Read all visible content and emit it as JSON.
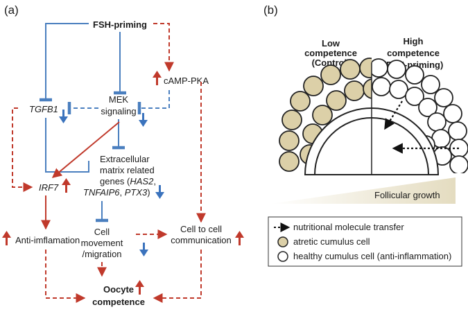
{
  "panel_a": {
    "label": "(a)",
    "nodes": {
      "fsh_priming": "FSH-priming",
      "camp_pka": "cAMP-PKA",
      "tgfb1": "TGFB1",
      "mek_line1": "MEK",
      "mek_line2": "signaling",
      "ecm_line1": "Extracellular",
      "ecm_line2": "matrix related",
      "ecm_line3_a": "genes (",
      "ecm_has2": "HAS2",
      "ecm_line3_b": ",",
      "ecm_tnfaip6": "TNFAIP6",
      "ecm_sep": ", ",
      "ecm_ptx3": "PTX3",
      "ecm_close": ")",
      "irf7": "IRF7",
      "anti_inflammation": "Anti-imflamation",
      "cell_movement_line1": "Cell",
      "cell_movement_line2": "movement",
      "cell_movement_line3": "/migration",
      "cell_comm_line1": "Cell to cell",
      "cell_comm_line2": "communication",
      "oocyte_line1": "Oocyte",
      "oocyte_line2": "competence"
    },
    "colors": {
      "inhibit": "#4a7fbf",
      "activate": "#c0392b",
      "up_arrow": "#c0392b",
      "down_arrow": "#3b73bd"
    }
  },
  "panel_b": {
    "label": "(b)",
    "low_competence_line1": "Low",
    "low_competence_line2": "competence",
    "low_competence_line3": "(Control)",
    "high_competence_line1": "High",
    "high_competence_line2": "competence",
    "high_competence_line3": "(FSH-priming)",
    "follicular_growth": "Follicular  growth",
    "legend": [
      {
        "icon": "dotted-arrow",
        "label": "nutritional molecule transfer"
      },
      {
        "icon": "atretic-cell",
        "label": "atretic cumulus cell"
      },
      {
        "icon": "healthy-cell",
        "label": "healthy cumulus cell (anti-inflammation)"
      }
    ],
    "colors": {
      "atretic_fill": "#dcd0a8",
      "healthy_fill": "#ffffff",
      "gradient_start": "#ffffff",
      "gradient_end": "#e4dcc0"
    }
  }
}
